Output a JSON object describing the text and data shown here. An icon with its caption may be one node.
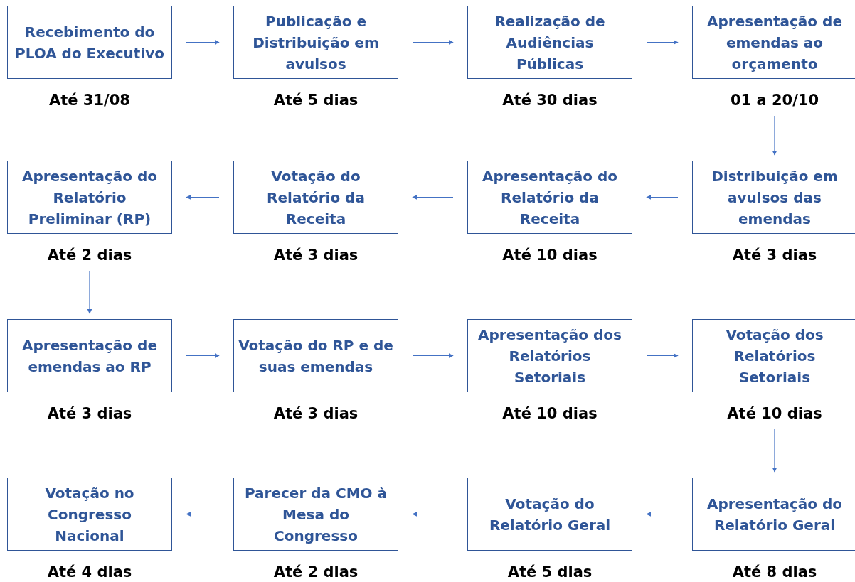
{
  "diagram": {
    "nodes": [
      {
        "text": [
          "Recebimento do PLOA do Executivo"
        ],
        "beside": [
          "Até 31/08"
        ]
      },
      {
        "text": [
          "Publicação e Distribuição em avulsos"
        ],
        "beside": [
          "Até 5 dias"
        ]
      },
      {
        "text": [
          "Realização de Audiências Públicas"
        ],
        "beside": [
          "Até 30 dias"
        ]
      },
      {
        "text": [
          "Apresentação de emendas ao orçamento"
        ],
        "beside": [
          "01 a 20/10"
        ]
      },
      {
        "text": [
          "Distribuição em avulsos das emendas"
        ],
        "beside": [
          "Até 3 dias"
        ]
      },
      {
        "text": [
          "Apresentação do Relatório da Receita"
        ],
        "beside": [
          "Até 10 dias"
        ]
      },
      {
        "text": [
          "Votação do Relatório da Receita"
        ],
        "beside": [
          "Até 3 dias"
        ]
      },
      {
        "text": [
          "Apresentação do Relatório Preliminar (RP)"
        ],
        "beside": [
          "Até 2 dias"
        ]
      },
      {
        "text": [
          "Apresentação de emendas ao RP"
        ],
        "beside": [
          "Até 3 dias"
        ]
      },
      {
        "text": [
          "Votação do RP e de suas emendas"
        ],
        "beside": [
          "Até 3 dias"
        ]
      },
      {
        "text": [
          "Apresentação dos Relatórios Setoriais"
        ],
        "beside": [
          "Até 10 dias"
        ]
      },
      {
        "text": [
          "Votação dos Relatórios Setoriais"
        ],
        "beside": [
          "Até 10 dias"
        ]
      },
      {
        "text": [
          "Apresentação do Relatório Geral"
        ],
        "beside": [
          "Até 8 dias"
        ]
      },
      {
        "text": [
          "Votação do Relatório Geral"
        ],
        "beside": [
          "Até 5 dias"
        ]
      },
      {
        "text": [
          "Parecer da CMO à Mesa do Congresso"
        ],
        "beside": [
          "Até 2 dias"
        ]
      },
      {
        "text": [
          "Votação no Congresso Nacional"
        ],
        "beside": [
          "Até 4 dias"
        ]
      }
    ],
    "edges": [
      {
        "from": 0,
        "to": 1,
        "arrow": "to"
      },
      {
        "from": 1,
        "to": 2,
        "arrow": "to"
      },
      {
        "from": 2,
        "to": 3,
        "arrow": "to"
      },
      {
        "from": 3,
        "to": 4,
        "arrow": "to"
      },
      {
        "from": 4,
        "to": 5,
        "arrow": "to"
      },
      {
        "from": 5,
        "to": 6,
        "arrow": "to"
      },
      {
        "from": 6,
        "to": 7,
        "arrow": "to"
      },
      {
        "from": 7,
        "to": 8,
        "arrow": "to"
      },
      {
        "from": 8,
        "to": 9,
        "arrow": "to"
      },
      {
        "from": 9,
        "to": 10,
        "arrow": "to"
      },
      {
        "from": 10,
        "to": 11,
        "arrow": "to"
      },
      {
        "from": 11,
        "to": 12,
        "arrow": "to"
      },
      {
        "from": 12,
        "to": 13,
        "arrow": "to"
      },
      {
        "from": 13,
        "to": 14,
        "arrow": "to"
      },
      {
        "from": 14,
        "to": 15,
        "arrow": "to"
      }
    ]
  }
}
